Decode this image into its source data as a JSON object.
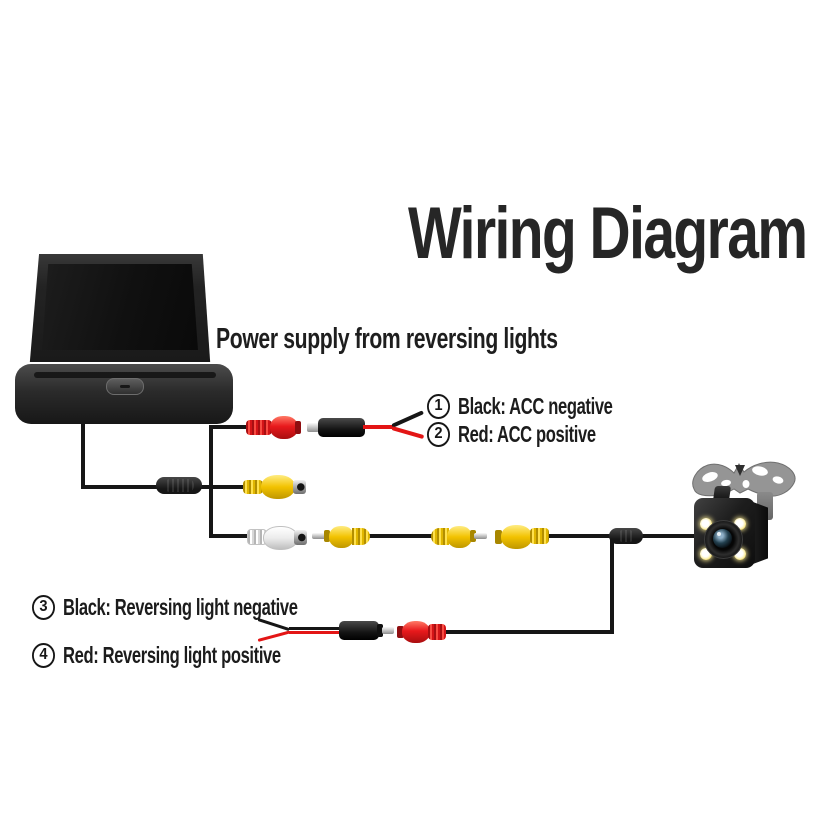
{
  "title": "Wiring Diagram",
  "note": "Power supply from reversing lights",
  "annotations": [
    {
      "num": "1",
      "label": "Black: ACC negative"
    },
    {
      "num": "2",
      "label": "Red: ACC positive"
    },
    {
      "num": "3",
      "label": "Black: Reversing light negative"
    },
    {
      "num": "4",
      "label": "Red: Reversing light positive"
    }
  ],
  "components": {
    "monitor": "foldable-lcd-monitor",
    "camera": "rear-view-camera-with-4-leds",
    "camera_bracket": "butterfly-mounting-bracket",
    "connectors": [
      "red-rca-female",
      "black-dc-power-plug-with-pigtails",
      "yellow-rca-female-spare",
      "white-rca-female",
      "yellow-rca-male",
      "yellow-rca-male",
      "yellow-rca-female",
      "black-dc-power-plug-with-pigtails",
      "red-dc-power-jack"
    ]
  },
  "colors": {
    "background": "#ffffff",
    "text": "#222222",
    "wire_black": "#161616",
    "wire_red": "#e31515",
    "connector_red": "#e8191c",
    "connector_yellow": "#f2c200",
    "connector_white": "#f2f2f2",
    "camera_led": "#f7e27a",
    "bracket_gray": "#959595"
  }
}
